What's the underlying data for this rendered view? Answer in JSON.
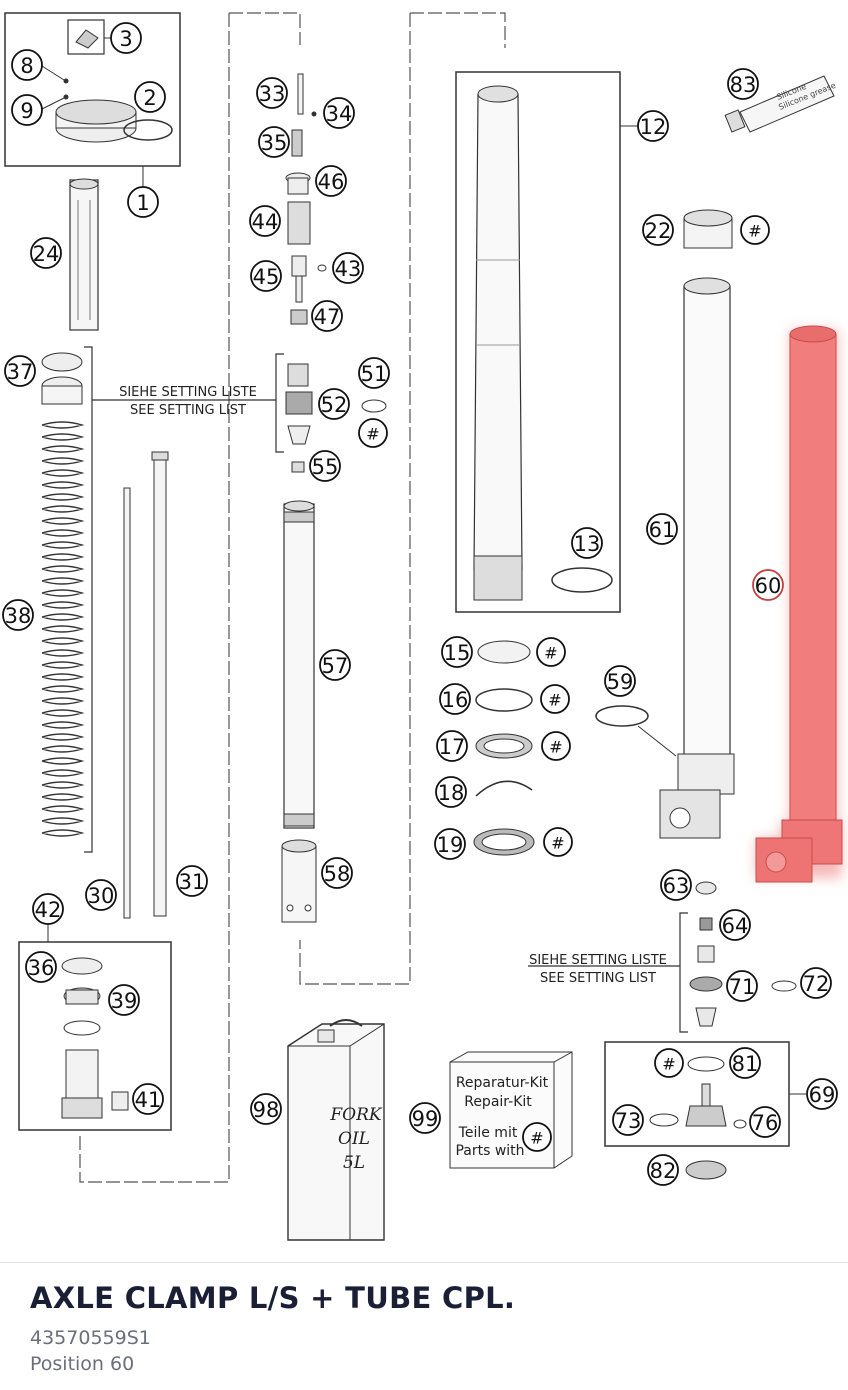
{
  "diagram": {
    "labels": {
      "p1": "1",
      "p2": "2",
      "p3": "3",
      "p8": "8",
      "p9": "9",
      "p12": "12",
      "p13": "13",
      "p15": "15",
      "p16": "16",
      "p17": "17",
      "p18": "18",
      "p19": "19",
      "p22": "22",
      "p24": "24",
      "p30": "30",
      "p31": "31",
      "p33": "33",
      "p34": "34",
      "p35": "35",
      "p36": "36",
      "p37": "37",
      "p38": "38",
      "p39": "39",
      "p41": "41",
      "p42": "42",
      "p43": "43",
      "p44": "44",
      "p45": "45",
      "p46": "46",
      "p47": "47",
      "p51": "51",
      "p52": "52",
      "p55": "55",
      "p57": "57",
      "p58": "58",
      "p59": "59",
      "p60": "60",
      "p61": "61",
      "p63": "63",
      "p64": "64",
      "p69": "69",
      "p71": "71",
      "p72": "72",
      "p73": "73",
      "p76": "76",
      "p81": "81",
      "p82": "82",
      "p83": "83",
      "p98": "98",
      "p99": "99",
      "hash": "#"
    },
    "setting_note_de": "SIEHE SETTING LISTE",
    "setting_note_en": "SEE SETTING LIST",
    "repair_kit": {
      "line1": "Reparatur-Kit",
      "line2": "Repair-Kit",
      "line3": "Teile mit",
      "line4": "Parts with"
    },
    "oil_can": {
      "line1": "FORK",
      "line2": "OIL",
      "line3": "5L"
    },
    "grease_tube": {
      "line1": "Silicone",
      "line2": "Silicone grease"
    },
    "highlight_color": "#f07070"
  },
  "part": {
    "title": "AXLE CLAMP L/S + TUBE CPL.",
    "number": "43570559S1",
    "position": "Position 60"
  }
}
